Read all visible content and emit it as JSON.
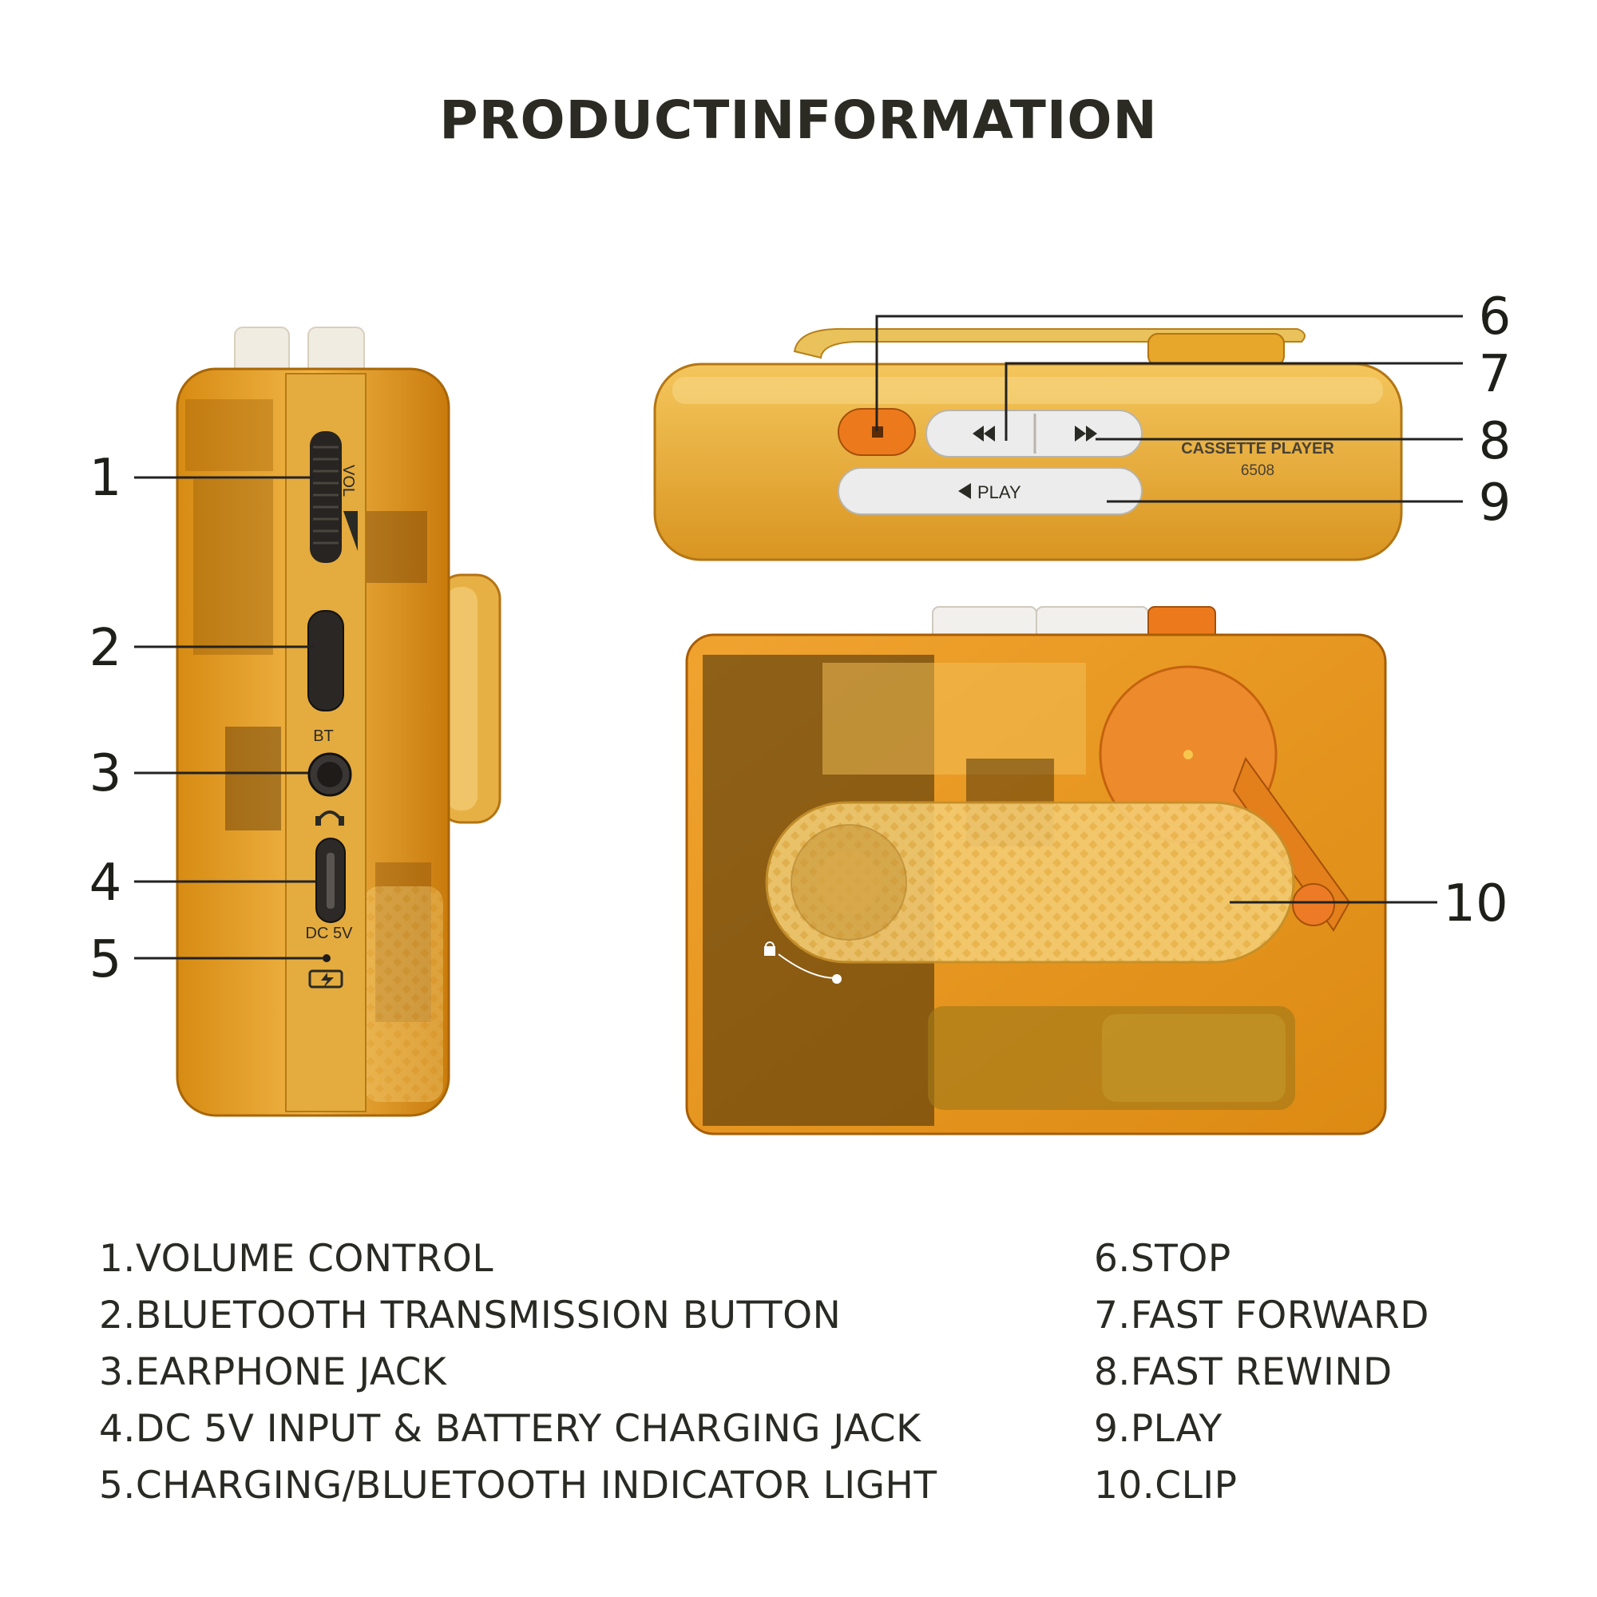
{
  "title": "PRODUCTINFORMATION",
  "callouts": [
    "1",
    "2",
    "3",
    "4",
    "5",
    "6",
    "7",
    "8",
    "9",
    "10"
  ],
  "device": {
    "vol_label": "VOL",
    "bt_label": "BT",
    "dc_label": "DC 5V",
    "play_label": "PLAY",
    "brand_line": "CASSETTE PLAYER",
    "model": "6508"
  },
  "legend_left": [
    "1.VOLUME CONTROL",
    "2.BLUETOOTH TRANSMISSION BUTTON",
    "3.EARPHONE JACK",
    "4.DC 5V INPUT & BATTERY CHARGING JACK",
    "5.CHARGING/BLUETOOTH INDICATOR LIGHT"
  ],
  "legend_right": [
    "6.STOP",
    "7.FAST FORWARD",
    "8.FAST REWIND",
    "9.PLAY",
    "10.CLIP"
  ],
  "colors": {
    "amber": "#e9a72c",
    "amber_dark": "#b46e0a",
    "orange": "#ee7a1d",
    "panel": "#e3aa3c",
    "button_gray": "#ececec"
  }
}
